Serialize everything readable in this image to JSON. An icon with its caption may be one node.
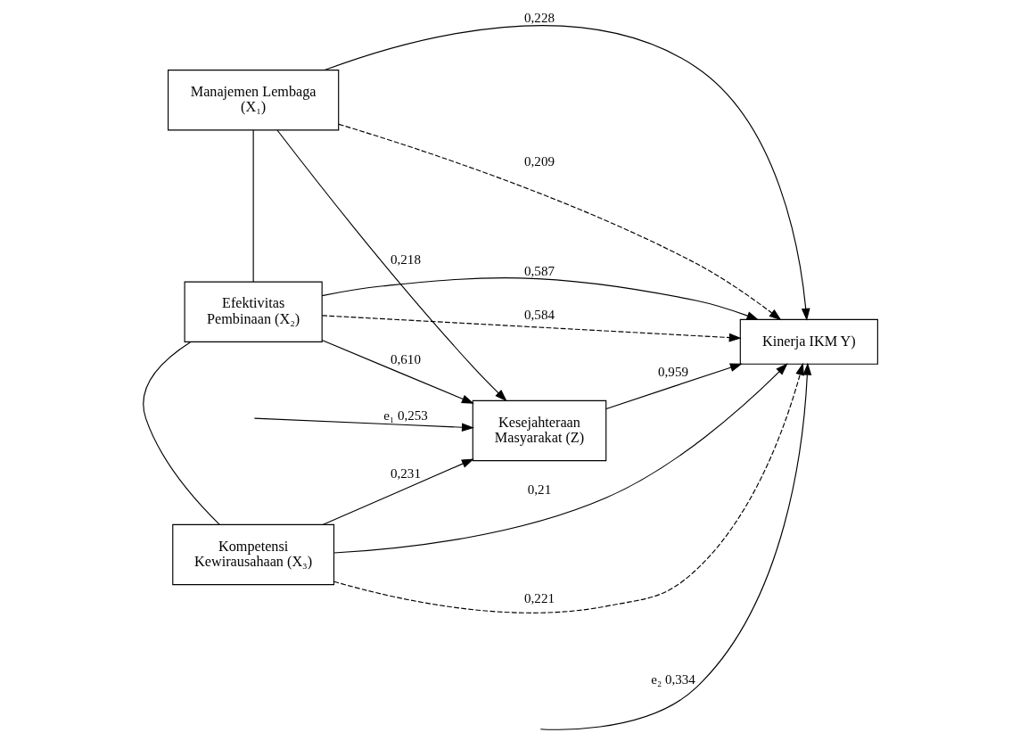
{
  "diagram": {
    "nodes": [
      {
        "text": [
          "Manajemen Lembaga",
          "(X₁)"
        ]
      },
      {
        "text": [
          "Efektivitas",
          "Pembinaan (X₂)"
        ]
      },
      {
        "text": [
          "Kesejahteraan",
          "Masyarakat (Z)"
        ]
      },
      {
        "text": [
          "Kinerja IKM Y)"
        ]
      },
      {
        "text": [
          "Kompetensi",
          "Kewirausahaan (X₃)"
        ]
      }
    ],
    "edges": [
      {
        "from": 0,
        "to": 3,
        "arrow": "to",
        "label": "0,228"
      },
      {
        "from": 0,
        "to": 3,
        "arrow": "to",
        "label": "0,209",
        "style": "dashed"
      },
      {
        "from": 0,
        "to": 2,
        "arrow": "to",
        "label": "0,218"
      },
      {
        "from": null,
        "to": 3,
        "arrow": "to",
        "label": "e₂ 0,334"
      },
      {
        "from": 1,
        "to": 2,
        "arrow": "to",
        "label": "0,610"
      },
      {
        "from": 2,
        "to": 3,
        "arrow": "to",
        "label": "0,959"
      },
      {
        "from": 1,
        "to": 3,
        "arrow": "to",
        "label": "0,584",
        "style": "dashed"
      },
      {
        "from": 1,
        "to": 3,
        "arrow": "to",
        "label": "0,587"
      },
      {
        "from": null,
        "to": 2,
        "arrow": "to",
        "label": "e₁ 0,253"
      },
      {
        "from": 4,
        "to": 2,
        "arrow": "to",
        "label": "0,231"
      },
      {
        "from": 4,
        "to": 3,
        "arrow": "to",
        "label": "0,221",
        "style": "dashed"
      },
      {
        "from": 4,
        "to": 3,
        "arrow": "to",
        "label": "0,21"
      },
      {
        "from": 0,
        "to": 1,
        "arrow": "none"
      },
      {
        "from": 1,
        "to": 4,
        "arrow": "none"
      }
    ]
  }
}
